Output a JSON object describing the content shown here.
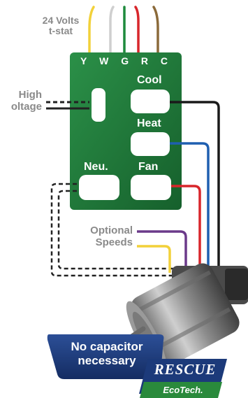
{
  "tstat_label_line1": "24 Volts",
  "tstat_label_line2": "t-stat",
  "terminals": [
    "Y",
    "W",
    "G",
    "R",
    "C"
  ],
  "hv_label_line1": "High",
  "hv_label_line2": "oltage",
  "board_labels": {
    "cool": "Cool",
    "heat": "Heat",
    "neu": "Neu.",
    "fan": "Fan"
  },
  "optional_line1": "Optional",
  "optional_line2": "Speeds",
  "badge_line1": "No capacitor",
  "badge_line2": "necessary",
  "brand_name": "RESCUE",
  "brand_sub": "EcoTech.",
  "colors": {
    "board": "#1e7a3a",
    "wire_yellow": "#f2d13a",
    "wire_white": "#cccccc",
    "wire_green": "#1e8a3c",
    "wire_red": "#d8262b",
    "wire_brown": "#8b6a3a",
    "wire_blue": "#1f5fb0",
    "wire_purple": "#6b3a8a",
    "badge_navy": "#1c3a7a",
    "brand_green": "#2a8a3c"
  }
}
